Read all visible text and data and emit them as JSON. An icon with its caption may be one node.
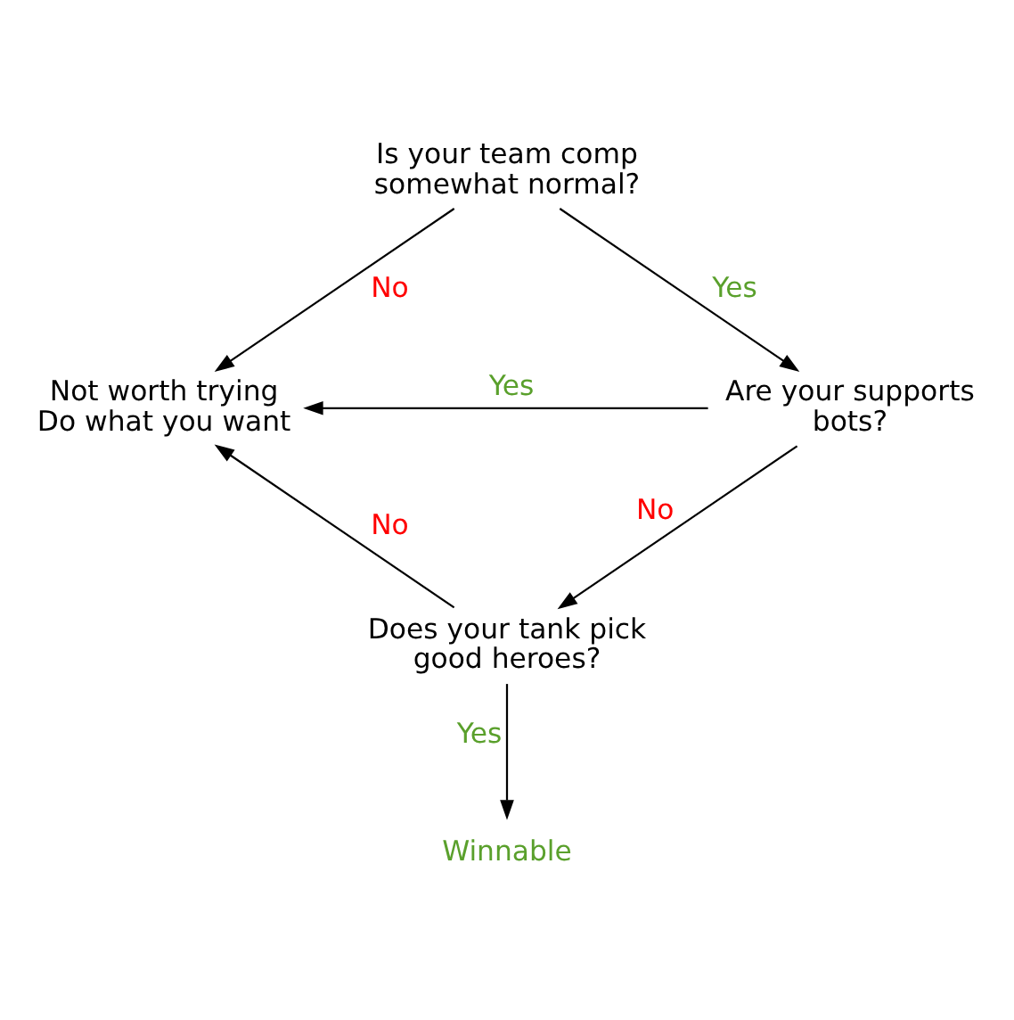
{
  "diagram": {
    "nodes": [
      {
        "text": [
          "Is your team comp somewhat normal?"
        ]
      },
      {
        "text": [
          "Not worth trying",
          "Do what you want"
        ]
      },
      {
        "text": [
          "Are your supports bots?"
        ]
      },
      {
        "text": [
          "Does your tank pick good heroes?"
        ]
      },
      {
        "text": [
          "Winnable"
        ]
      }
    ],
    "edges": [
      {
        "from": 0,
        "to": 1,
        "arrow": "to",
        "label": "No"
      },
      {
        "from": 0,
        "to": 2,
        "arrow": "to",
        "label": "Yes"
      },
      {
        "from": 2,
        "to": 1,
        "arrow": "to",
        "label": "Yes"
      },
      {
        "from": 2,
        "to": 3,
        "arrow": "to",
        "label": "No"
      },
      {
        "from": 3,
        "to": 1,
        "arrow": "to",
        "label": "No"
      },
      {
        "from": 3,
        "to": 4,
        "arrow": "to",
        "label": "Yes"
      }
    ]
  }
}
